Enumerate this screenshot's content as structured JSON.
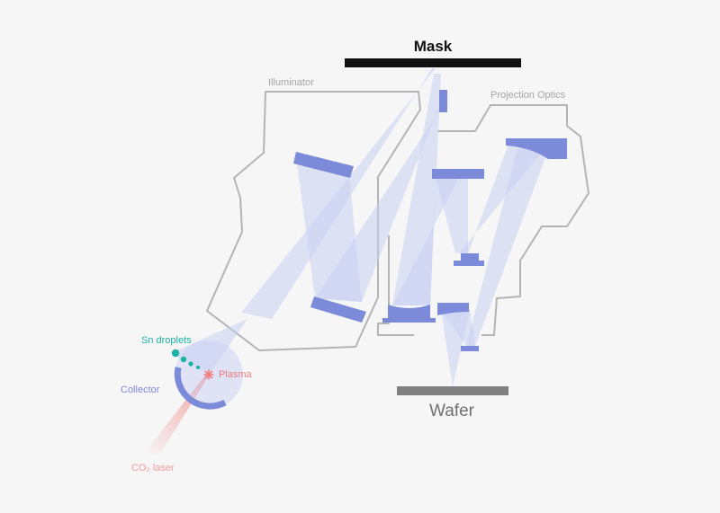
{
  "labels": {
    "mask": "Mask",
    "wafer": "Wafer",
    "illuminator": "Illuminator",
    "projection_optics": "Projection Optics",
    "sn_droplets": "Sn droplets",
    "plasma": "Plasma",
    "collector": "Collector",
    "co2_laser": "CO₂ laser"
  },
  "colors": {
    "background": "#f6f6f6",
    "mirror": "#7b8ad9",
    "beam": "#c9d0f3",
    "housing_outline": "#b4b4b4",
    "housing_label": "#a5a5a5",
    "mask_bar": "#111111",
    "wafer_bar": "#808080",
    "droplets": "#1bb3a6",
    "plasma": "#f07c7c",
    "laser": "#f39a9a",
    "collector": "#7b8ad9"
  }
}
